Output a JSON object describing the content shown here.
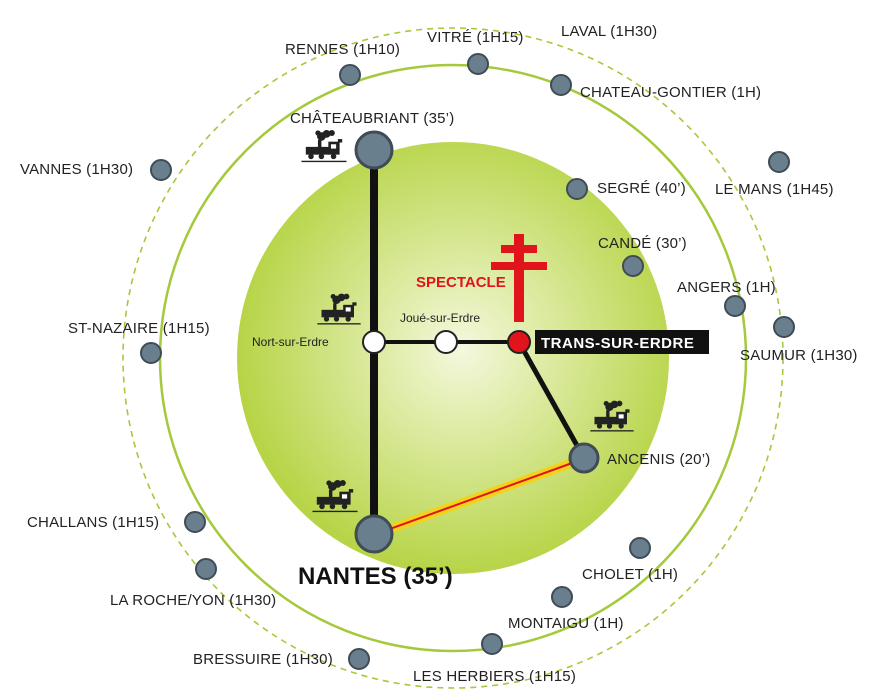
{
  "colors": {
    "ring": "#a4c93b",
    "dashed_ring": "#a4c93b",
    "zone_center": "#f4f8de",
    "zone_edge": "#b3d23e",
    "node_fill": "#6a7f8d",
    "node_stroke": "#3f4c56",
    "line": "#111111",
    "accent_red": "#e0141a",
    "rail_yellow": "#f3d21b"
  },
  "center": {
    "spectacle_label": "SPECTACLE",
    "name": "TRANS-SUR-ERDRE",
    "cross_icon": "cross-of-lorraine-icon"
  },
  "hubs": {
    "nantes": "NANTES (35’)",
    "chateaubriant": "CHÂTEAUBRIANT (35’)",
    "ancenis": "ANCENIS (20’)"
  },
  "stops": {
    "nort": "Nort-sur-Erdre",
    "joue": "Joué-sur-Erdre"
  },
  "train_icon": "steam-train-icon",
  "cities": [
    {
      "id": "rennes",
      "label": "RENNES (1H10)"
    },
    {
      "id": "vitre",
      "label": "VITRÉ (1H15)"
    },
    {
      "id": "laval",
      "label": "LAVAL (1H30)"
    },
    {
      "id": "chateau-gontier",
      "label": "CHATEAU-GONTIER (1H)"
    },
    {
      "id": "vannes",
      "label": "VANNES (1H30)"
    },
    {
      "id": "segre",
      "label": "SEGRÉ (40’)"
    },
    {
      "id": "le-mans",
      "label": "LE MANS (1H45)"
    },
    {
      "id": "cande",
      "label": "CANDÉ (30’)"
    },
    {
      "id": "angers",
      "label": "ANGERS (1H)"
    },
    {
      "id": "st-nazaire",
      "label": "ST-NAZAIRE (1H15)"
    },
    {
      "id": "saumur",
      "label": "SAUMUR (1H30)"
    },
    {
      "id": "challans",
      "label": "CHALLANS (1H15)"
    },
    {
      "id": "cholet",
      "label": "CHOLET (1H)"
    },
    {
      "id": "la-roche-yon",
      "label": "LA ROCHE/YON (1H30)"
    },
    {
      "id": "montaigu",
      "label": "MONTAIGU (1H)"
    },
    {
      "id": "bressuire",
      "label": "BRESSUIRE (1H30)"
    },
    {
      "id": "les-herbiers",
      "label": "LES HERBIERS (1H15)"
    }
  ]
}
